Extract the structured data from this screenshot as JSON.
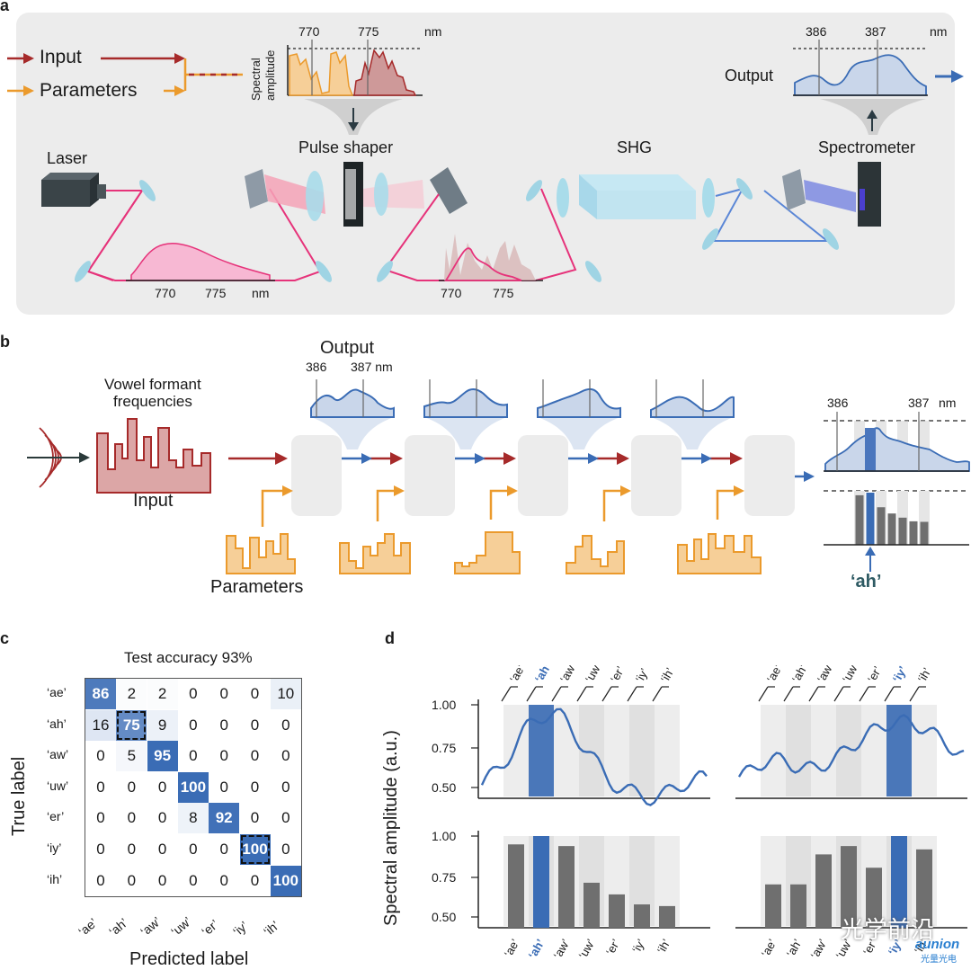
{
  "panels": {
    "a": "a",
    "b": "b",
    "c": "c",
    "d": "d"
  },
  "panel_a": {
    "input_label": "Input",
    "parameters_label": "Parameters",
    "spectral_ylabel_1": "Spectral",
    "spectral_ylabel_2": "amplitude",
    "top_ticks": [
      "770",
      "775",
      "nm"
    ],
    "pulse_shaper": "Pulse shaper",
    "laser": "Laser",
    "shg": "SHG",
    "spectrometer": "Spectrometer",
    "output": "Output",
    "out_ticks": [
      "386",
      "387",
      "nm"
    ],
    "bottom_ticks_1": [
      "770",
      "775",
      "nm"
    ],
    "bottom_ticks_2": [
      "770",
      "775"
    ]
  },
  "panel_b": {
    "output_label": "Output",
    "vowel_1": "Vowel formant",
    "vowel_2": "frequencies",
    "input_label": "Input",
    "parameters_label": "Parameters",
    "top_ticks": [
      "386",
      "387 nm"
    ],
    "right_ticks": [
      "386",
      "387",
      "nm"
    ],
    "result": "‘ah’"
  },
  "panel_c": {
    "title": "Test accuracy 93%",
    "ylabel": "True label",
    "xlabel": "Predicted label",
    "labels": [
      "‘ae’",
      "‘ah’",
      "‘aw’",
      "‘uw’",
      "‘er’",
      "‘iy’",
      "‘ih’"
    ],
    "matrix": [
      [
        86,
        2,
        2,
        0,
        0,
        0,
        10
      ],
      [
        16,
        75,
        9,
        0,
        0,
        0,
        0
      ],
      [
        0,
        5,
        95,
        0,
        0,
        0,
        0
      ],
      [
        0,
        0,
        0,
        100,
        0,
        0,
        0
      ],
      [
        0,
        0,
        0,
        8,
        92,
        0,
        0
      ],
      [
        0,
        0,
        0,
        0,
        0,
        100,
        0
      ],
      [
        0,
        0,
        0,
        0,
        0,
        0,
        100
      ]
    ]
  },
  "panel_d": {
    "ylabel": "Spectral amplitude (a.u.)",
    "yticks": [
      "1.00",
      "0.75",
      "0.50"
    ],
    "labels": [
      "‘ae’",
      "‘ah’",
      "‘aw’",
      "‘uw’",
      "‘er’",
      "‘iy’",
      "‘ih’"
    ],
    "left_highlight": "‘ah’",
    "right_highlight": "‘iy’",
    "left_bars": [
      0.95,
      1.0,
      0.94,
      0.72,
      0.65,
      0.59,
      0.58
    ],
    "right_bars": [
      0.71,
      0.71,
      0.89,
      0.94,
      0.81,
      1.0,
      0.92
    ]
  },
  "watermark": {
    "text": "光学前沿",
    "brand": "aunion",
    "brand_sub": "光量光电"
  },
  "colors": {
    "blue": "#3a6cb5",
    "red": "#a62a2a",
    "orange": "#eb9a2c",
    "pink": "#e6337a",
    "grey": "#6f6f6f"
  }
}
